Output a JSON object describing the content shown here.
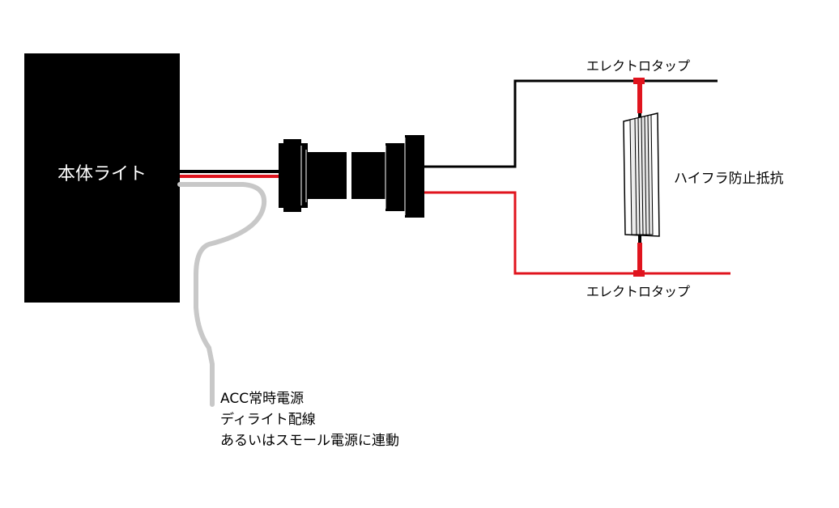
{
  "main_unit": {
    "label": "本体ライト"
  },
  "tap_top": {
    "label": "エレクトロタップ"
  },
  "tap_bottom": {
    "label": "エレクトロタップ"
  },
  "resistor": {
    "label": "ハイフラ防止抵抗"
  },
  "acc_note": {
    "line1": "ACC常時電源",
    "line2": "ディライト配線",
    "line3": "あるいはスモール電源に連動"
  },
  "colors": {
    "wire_black": "#000000",
    "wire_red": "#e0141e",
    "wire_gray": "#c8c8c8",
    "tap_red": "#e0141e",
    "unit_fill": "#000000",
    "unit_text": "#ffffff"
  }
}
